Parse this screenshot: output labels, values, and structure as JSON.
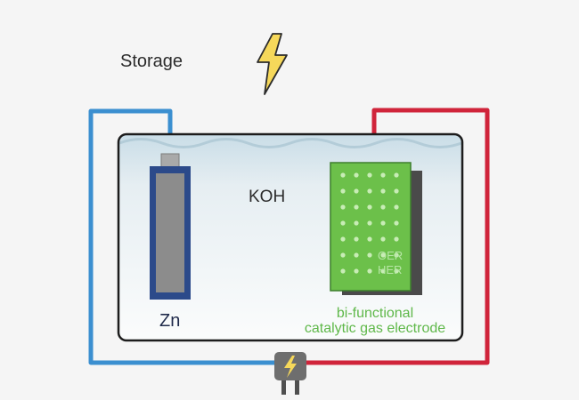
{
  "diagram": {
    "title": "Storage",
    "electrolyte_label": "KOH",
    "anode_label": "Zn",
    "cathode_label_line1": "bi-functional",
    "cathode_label_line2": "catalytic gas electrode",
    "reaction_labels": [
      "OER",
      "HER"
    ],
    "icons": [
      "lightning-bolt-icon",
      "power-plug-icon"
    ],
    "colors": {
      "negative_wire": "#3b8fd0",
      "positive_wire": "#d0243a",
      "anode_body": "#8c8c8c",
      "anode_frame": "#2c4a8a",
      "catalyst": "#6cc04a",
      "catalyst_label": "#5fb84a",
      "bolt": "#f6d85a"
    }
  }
}
